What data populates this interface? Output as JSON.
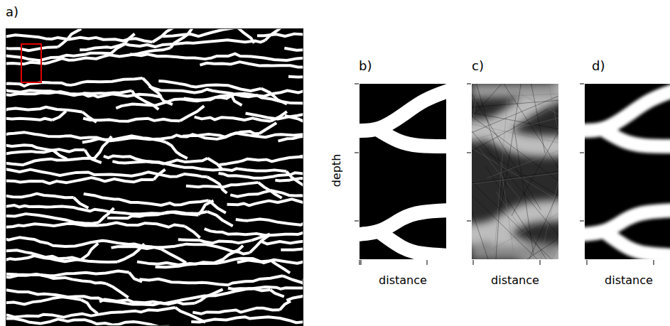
{
  "diagram": {
    "labels": [
      "a)",
      "b)",
      "c)",
      "d)",
      "depth",
      "distance",
      "distance",
      "distance"
    ]
  }
}
